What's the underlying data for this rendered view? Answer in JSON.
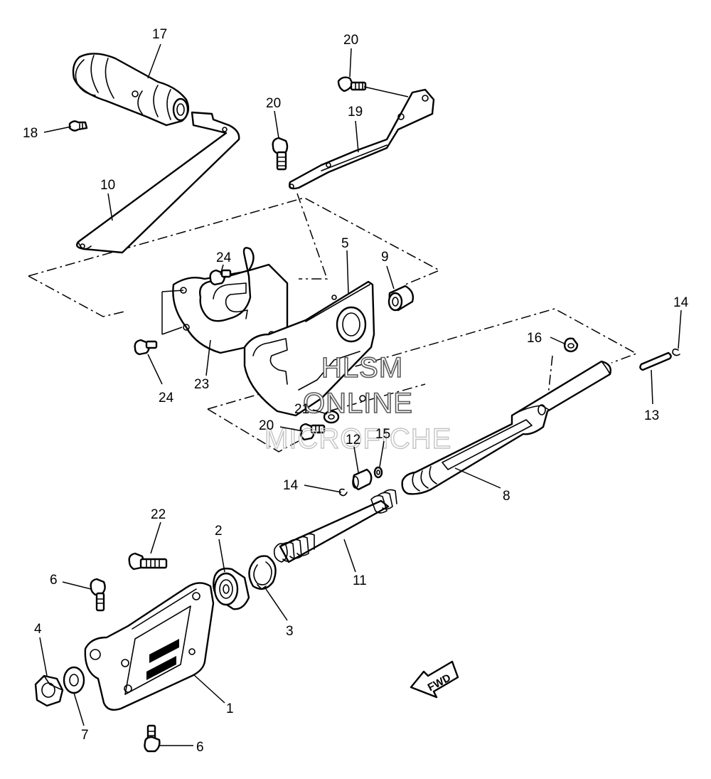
{
  "watermark": {
    "line1": "HLSM",
    "line2": "ONLINE",
    "line3": "MICROFICHE"
  },
  "direction_label": "FWD",
  "callouts": {
    "c1": "1",
    "c2": "2",
    "c3": "3",
    "c4": "4",
    "c5": "5",
    "c6a": "6",
    "c6b": "6",
    "c7": "7",
    "c8": "8",
    "c9": "9",
    "c10": "10",
    "c11": "11",
    "c12": "12",
    "c13": "13",
    "c14a": "14",
    "c14b": "14",
    "c15": "15",
    "c16": "16",
    "c17": "17",
    "c18": "18",
    "c19": "19",
    "c20a": "20",
    "c20b": "20",
    "c20c": "20",
    "c21": "21",
    "c22": "22",
    "c23": "23",
    "c24a": "24",
    "c24b": "24"
  }
}
